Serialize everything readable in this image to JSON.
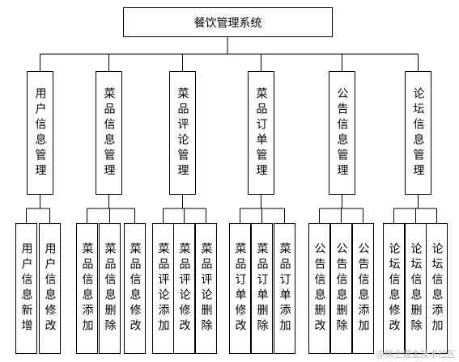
{
  "root": {
    "label": "餐饮管理系统"
  },
  "modules": [
    {
      "label": "用户信息管理",
      "children": [
        "用户信息新增",
        "用户信息修改"
      ]
    },
    {
      "label": "菜品信息管理",
      "children": [
        "菜品信息添加",
        "菜品信息删除",
        "菜品信息修改"
      ]
    },
    {
      "label": "菜品评论管理",
      "children": [
        "菜品评论添加",
        "菜品评论修改",
        "菜品评论删除"
      ]
    },
    {
      "label": "菜品订单管理",
      "children": [
        "菜品订单修改",
        "菜品订单删除",
        "菜品订单添加"
      ]
    },
    {
      "label": "公告信息管理",
      "children": [
        "公告信息删改",
        "公告信息删除",
        "公告信息添加"
      ]
    },
    {
      "label": "论坛信息管理",
      "children": [
        "论坛信息修改",
        "论坛信息删除",
        "论坛信息添加"
      ]
    }
  ],
  "watermark": "@稀土掘金技术社区"
}
